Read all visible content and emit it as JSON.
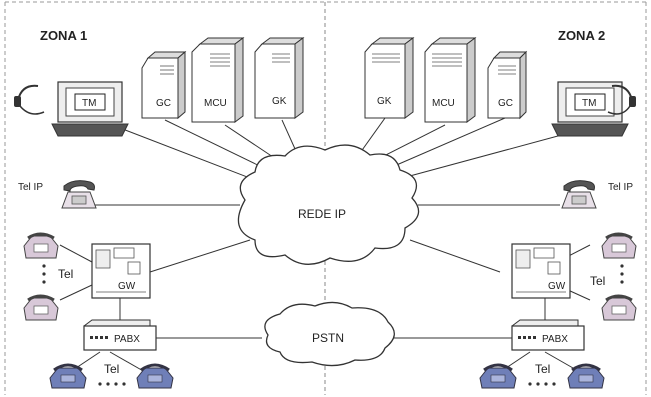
{
  "zones": {
    "left": "ZONA 1",
    "right": "ZONA 2"
  },
  "servers": {
    "left": [
      "GC",
      "MCU",
      "GK"
    ],
    "right": [
      "GK",
      "MCU",
      "GC"
    ]
  },
  "terminal_label": "TM",
  "ip_phone_label": "Tel IP",
  "networks": {
    "ip": "REDE IP",
    "pstn": "PSTN"
  },
  "gateway_label": "GW",
  "pbx_label": "PABX",
  "tel_label": "Tel"
}
